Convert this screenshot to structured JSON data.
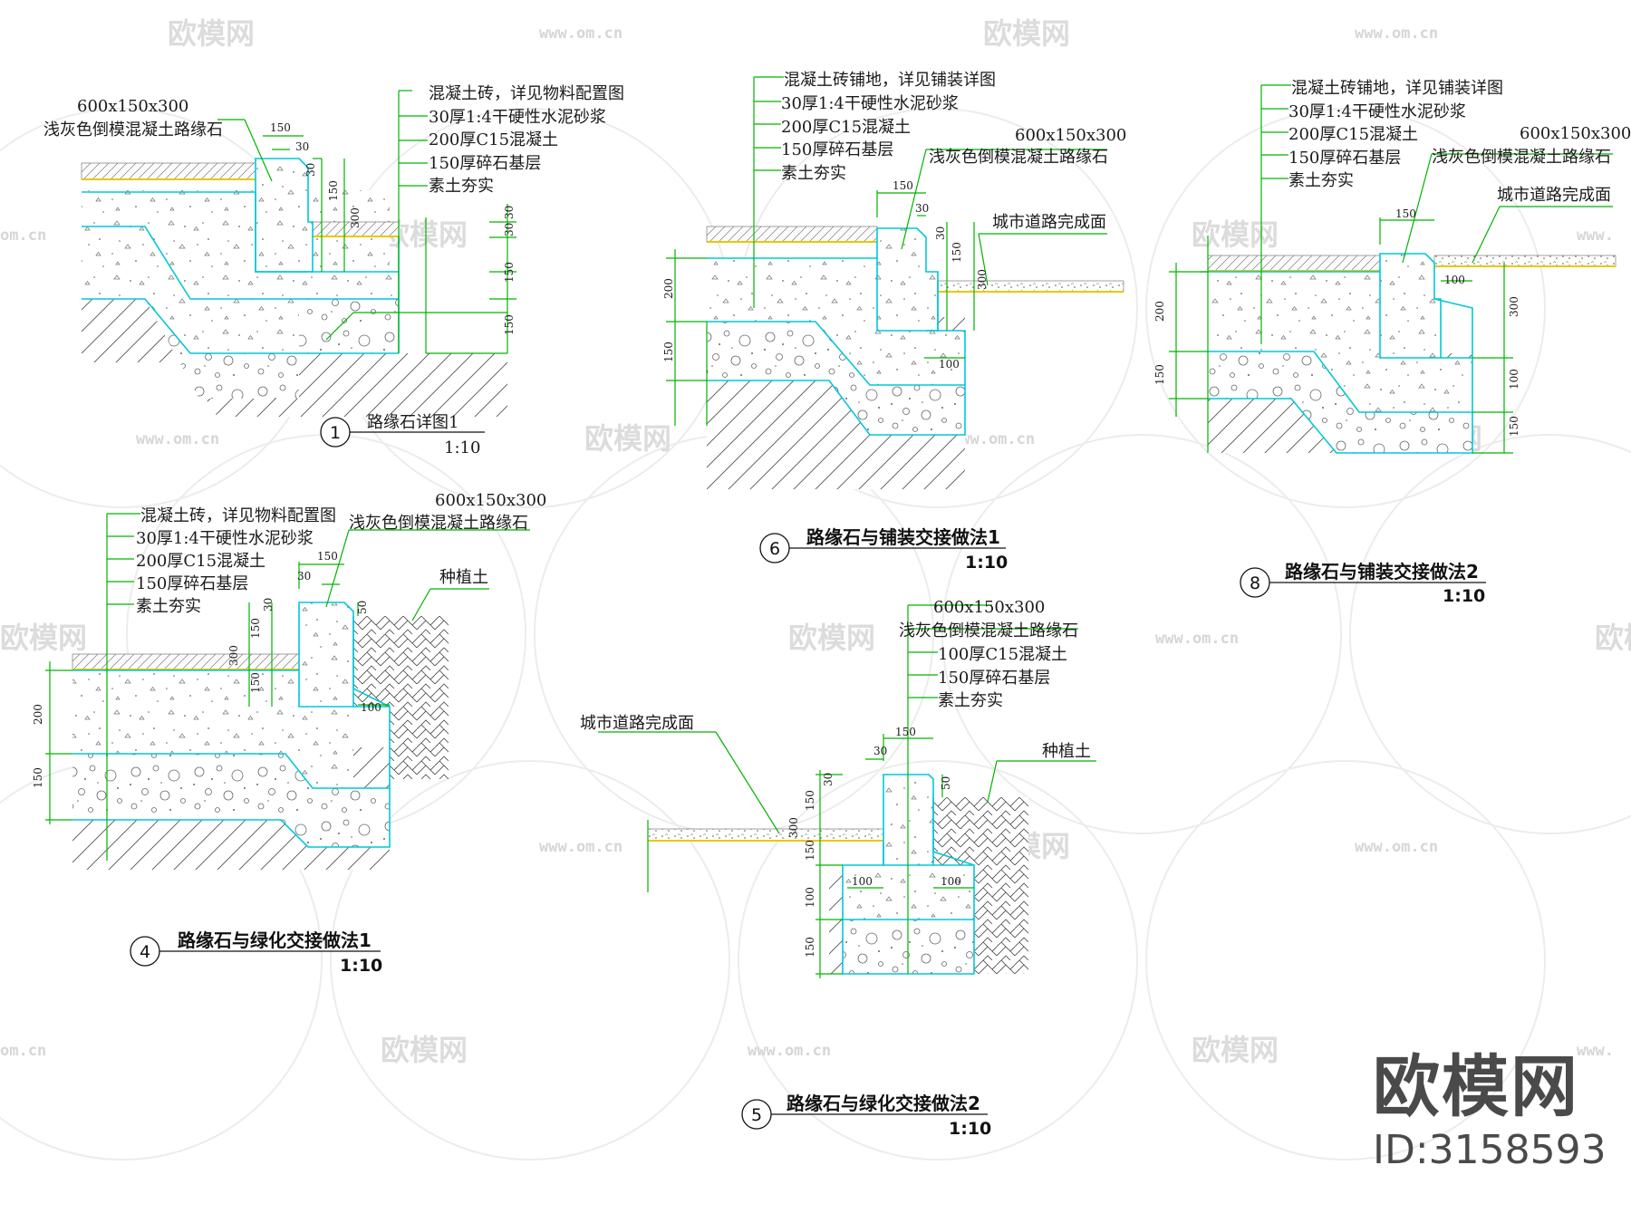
{
  "watermark": {
    "logo_text": "欧模网",
    "url_text": "www.om.cn",
    "url_fragment": "om.cn",
    "url_fragment_right": "www."
  },
  "brand": {
    "name": "欧模网",
    "id": "ID:3158593"
  },
  "colors": {
    "structure": "#00c8d8",
    "leader": "#00b300",
    "paving": "#e8c800",
    "hatch": "#555555"
  },
  "details": [
    {
      "number": "1",
      "title": "路缘石详图1",
      "scale": "1:10",
      "curb_label": [
        "600x150x300",
        "浅灰色倒模混凝土路缘石"
      ],
      "layers": [
        "混凝土砖，详见物料配置图",
        "30厚1:4干硬性水泥砂浆",
        "200厚C15混凝土",
        "150厚碎石基层",
        "素土夯实"
      ],
      "dims": [
        "150",
        "30",
        "30",
        "150",
        "300",
        "30",
        "30",
        "150",
        "150"
      ]
    },
    {
      "number": "6",
      "title": "路缘石与铺装交接做法1",
      "scale": "1:10",
      "curb_label": [
        "600x150x300",
        "浅灰色倒模混凝土路缘石"
      ],
      "road_label": "城市道路完成面",
      "layers": [
        "混凝土砖铺地，详见铺装详图",
        "30厚1:4干硬性水泥砂浆",
        "200厚C15混凝土",
        "150厚碎石基层",
        "素土夯实"
      ],
      "dims": [
        "150",
        "30",
        "30",
        "150",
        "300",
        "200",
        "150",
        "100"
      ]
    },
    {
      "number": "8",
      "title": "路缘石与铺装交接做法2",
      "scale": "1:10",
      "curb_label": [
        "600x150x300",
        "浅灰色倒模混凝土路缘石"
      ],
      "road_label": "城市道路完成面",
      "layers": [
        "混凝土砖铺地，详见铺装详图",
        "30厚1:4干硬性水泥砂浆",
        "200厚C15混凝土",
        "150厚碎石基层",
        "素土夯实"
      ],
      "dims": [
        "150",
        "100",
        "300",
        "200",
        "150",
        "100",
        "150"
      ]
    },
    {
      "number": "4",
      "title": "路缘石与绿化交接做法1",
      "scale": "1:10",
      "curb_label": [
        "600x150x300",
        "浅灰色倒模混凝土路缘石"
      ],
      "soil_label": "种植土",
      "layers": [
        "混凝土砖，详见物料配置图",
        "30厚1:4干硬性水泥砂浆",
        "200厚C15混凝土",
        "150厚碎石基层",
        "素土夯实"
      ],
      "dims": [
        "150",
        "30",
        "30",
        "50",
        "150",
        "300",
        "150",
        "100",
        "200",
        "150"
      ]
    },
    {
      "number": "5",
      "title": "路缘石与绿化交接做法2",
      "scale": "1:10",
      "curb_label": [
        "600x150x300",
        "浅灰色倒模混凝土路缘石"
      ],
      "road_label": "城市道路完成面",
      "soil_label": "种植土",
      "layers": [
        "100厚C15混凝土",
        "150厚碎石基层",
        "素土夯实"
      ],
      "dims": [
        "150",
        "30",
        "30",
        "50",
        "150",
        "300",
        "150",
        "100",
        "100",
        "100",
        "150"
      ]
    }
  ]
}
